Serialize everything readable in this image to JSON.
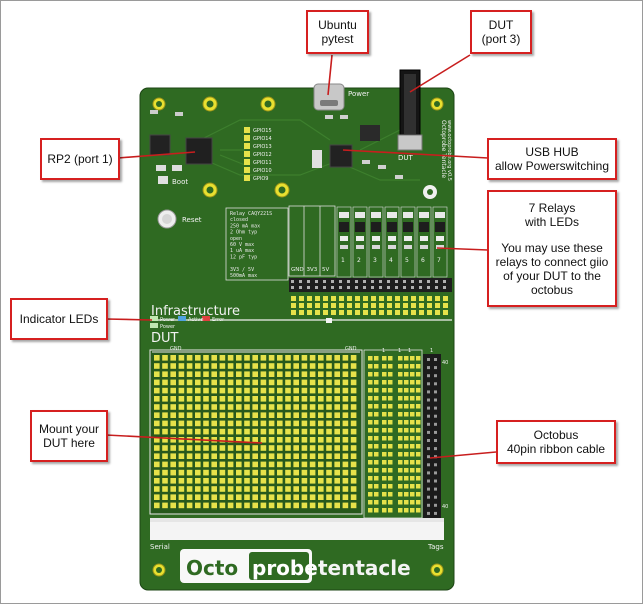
{
  "callouts": {
    "ubuntu": [
      "Ubuntu",
      "pytest"
    ],
    "dut_port": [
      "DUT",
      "(port 3)"
    ],
    "rp2": [
      "RP2 (port 1)"
    ],
    "usb_hub": [
      "USB HUB",
      "allow Powerswitching"
    ],
    "relays": [
      "7 Relays",
      "with LEDs",
      "",
      "You may use these",
      "relays to connect giio",
      "of your DUT to the",
      "octobus"
    ],
    "indicator": [
      "Indicator LEDs"
    ],
    "mount": [
      "Mount your",
      "DUT here"
    ],
    "octobus": [
      "Octobus",
      "40pin ribbon cable"
    ]
  },
  "board": {
    "power_label": "Power",
    "dut_connector_label": "DUT",
    "boot_label": "Boot",
    "reset_label": "Reset",
    "gpio_labels": [
      "GPIO15",
      "GPIO14",
      "GPIO13",
      "GPIO12",
      "GPIO11",
      "GPIO10",
      "GPIO9"
    ],
    "relay_spec": [
      "Relay CAQY221S",
      "closed",
      "250 mA max",
      "2 Ohm typ",
      "open",
      "60 V max",
      "1 uA max",
      "12 pF typ",
      "",
      "3V3 / 5V",
      "500mA max"
    ],
    "rail_labels": [
      "GND",
      "3V3",
      "5V"
    ],
    "relay_numbers": [
      "1",
      "2",
      "3",
      "4",
      "5",
      "6",
      "7"
    ],
    "section_infrastructure": "Infrastructure",
    "section_dut": "DUT",
    "led_labels": [
      "Power",
      "Active",
      "Error"
    ],
    "dut_power_label": "Power",
    "gnd_labels": [
      "GND",
      "GND"
    ],
    "bus_numbers": [
      "1",
      "1",
      "1",
      "1"
    ],
    "bus_pin_labels": [
      "40",
      "40"
    ],
    "serial_label": "Serial",
    "tags_label": "Tags",
    "logo": {
      "left": "Octo",
      "mid": "probe",
      "right": "tentacle"
    },
    "side_text": [
      "Octoprobe Tentacle",
      "www.octoprobe.org v0.5"
    ]
  },
  "colors": {
    "pcb": "#2f6a22",
    "pcb_dark": "#24561a",
    "pad": "#e6e24a",
    "silk": "#f2f2f2",
    "callout_border": "#d62020",
    "arrow": "#c81e1e"
  }
}
